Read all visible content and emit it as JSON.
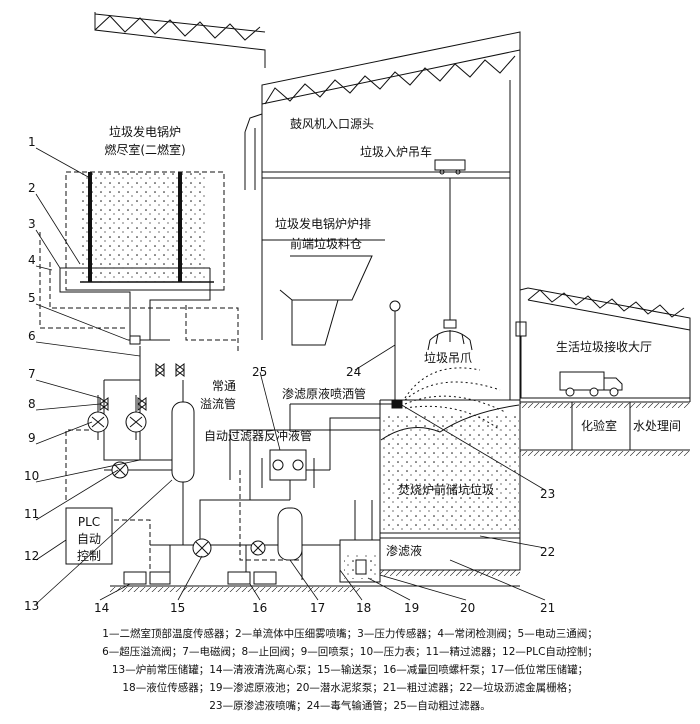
{
  "labels": {
    "boiler_title_1": "垃圾发电锅炉",
    "boiler_title_2": "燃尽室(二燃室)",
    "blower": "鼓风机入口源头",
    "crane": "垃圾入炉吊车",
    "silo_1": "垃圾发电锅炉炉排",
    "silo_2": "前端垃圾料仓",
    "claw": "垃圾吊爪",
    "hall": "生活垃圾接收大厅",
    "overflow_1": "常通",
    "overflow_2": "溢流管",
    "spray_pipe": "渗滤原液喷洒管",
    "backflush": "自动过滤器反冲液管",
    "pit": "焚烧炉前储坑垃圾",
    "leachate": "渗滤液",
    "lab": "化验室",
    "water": "水处理间",
    "plc_1": "PLC",
    "plc_2": "自动",
    "plc_3": "控制"
  },
  "numbers": [
    "1",
    "2",
    "3",
    "4",
    "5",
    "6",
    "7",
    "8",
    "9",
    "10",
    "11",
    "12",
    "13",
    "14",
    "15",
    "16",
    "17",
    "18",
    "19",
    "20",
    "21",
    "22",
    "23",
    "24",
    "25"
  ],
  "legend": [
    "1—二燃室顶部温度传感器；2—单流体中压细雾喷嘴；3—压力传感器；4—常闭检测阀；5—电动三通阀；",
    "6—超压溢流阀；7—电磁阀；8—止回阀；9—回喷泵；10—压力表；11—精过滤器；12—PLC自动控制；",
    "13—炉前常压储罐；14—清液清洗离心泵；15—输送泵；16—减量回喷螺杆泵；17—低位常压储罐；",
    "18—液位传感器；19—渗滤原液池；20—潜水泥浆泵；21—粗过滤器；22—垃圾沥滤金属栅格；",
    "23—原渗滤液喷嘴；24—毒气输通管；25—自动粗过滤器。"
  ],
  "colors": {
    "line": "#111111",
    "background": "#ffffff"
  }
}
